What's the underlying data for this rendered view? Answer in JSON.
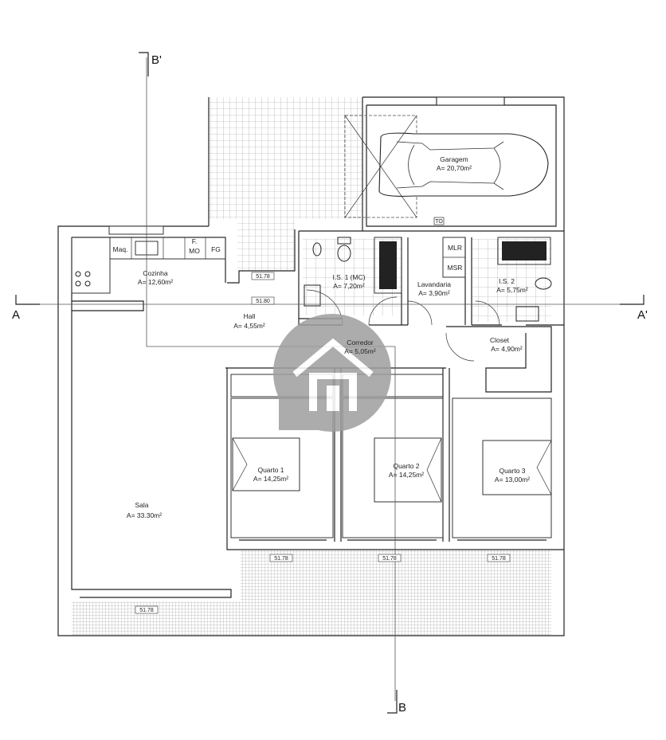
{
  "section_marks": {
    "a": "A",
    "a_prime": "A'",
    "b": "B",
    "b_prime": "B'"
  },
  "rooms": {
    "garagem": {
      "name": "Garagem",
      "area": "A= 20,70m²"
    },
    "cozinha": {
      "name": "Cozinha",
      "area": "A= 12,60m²"
    },
    "hall": {
      "name": "Hall",
      "area": "A= 4,55m²"
    },
    "is1": {
      "name": "I.S. 1 (MC)",
      "area": "A= 7,20m²"
    },
    "lavandaria": {
      "name": "Lavandaria",
      "area": "A= 3,90m²"
    },
    "is2": {
      "name": "I.S. 2",
      "area": "A= 5,75m²"
    },
    "corredor": {
      "name": "Corredor",
      "area": "A= 5,05m²"
    },
    "closet": {
      "name": "Closet",
      "area": "A= 4,90m²"
    },
    "quarto1": {
      "name": "Quarto 1",
      "area": "A= 14,25m²"
    },
    "quarto2": {
      "name": "Quarto 2",
      "area": "A= 14,25m²"
    },
    "quarto3": {
      "name": "Quarto 3",
      "area": "A= 13,00m²"
    },
    "sala": {
      "name": "Sala",
      "area": "A= 33.30m²"
    }
  },
  "fixtures": {
    "maq": "Maq.",
    "fmo_top": "F.",
    "fmo_bottom": "MO",
    "fg": "FG",
    "mlr": "MLR",
    "msr": "MSR",
    "to": "TO"
  },
  "levels": {
    "hall_top": "51.78",
    "hall_bottom": "51.80",
    "terrace_left": "51.78",
    "terrace_mid": "51.78",
    "terrace_right": "51.78",
    "front": "51.78"
  },
  "colors": {
    "line": "#222222",
    "tile": "#9a9a9a",
    "watermark": "#9e9e9e"
  }
}
